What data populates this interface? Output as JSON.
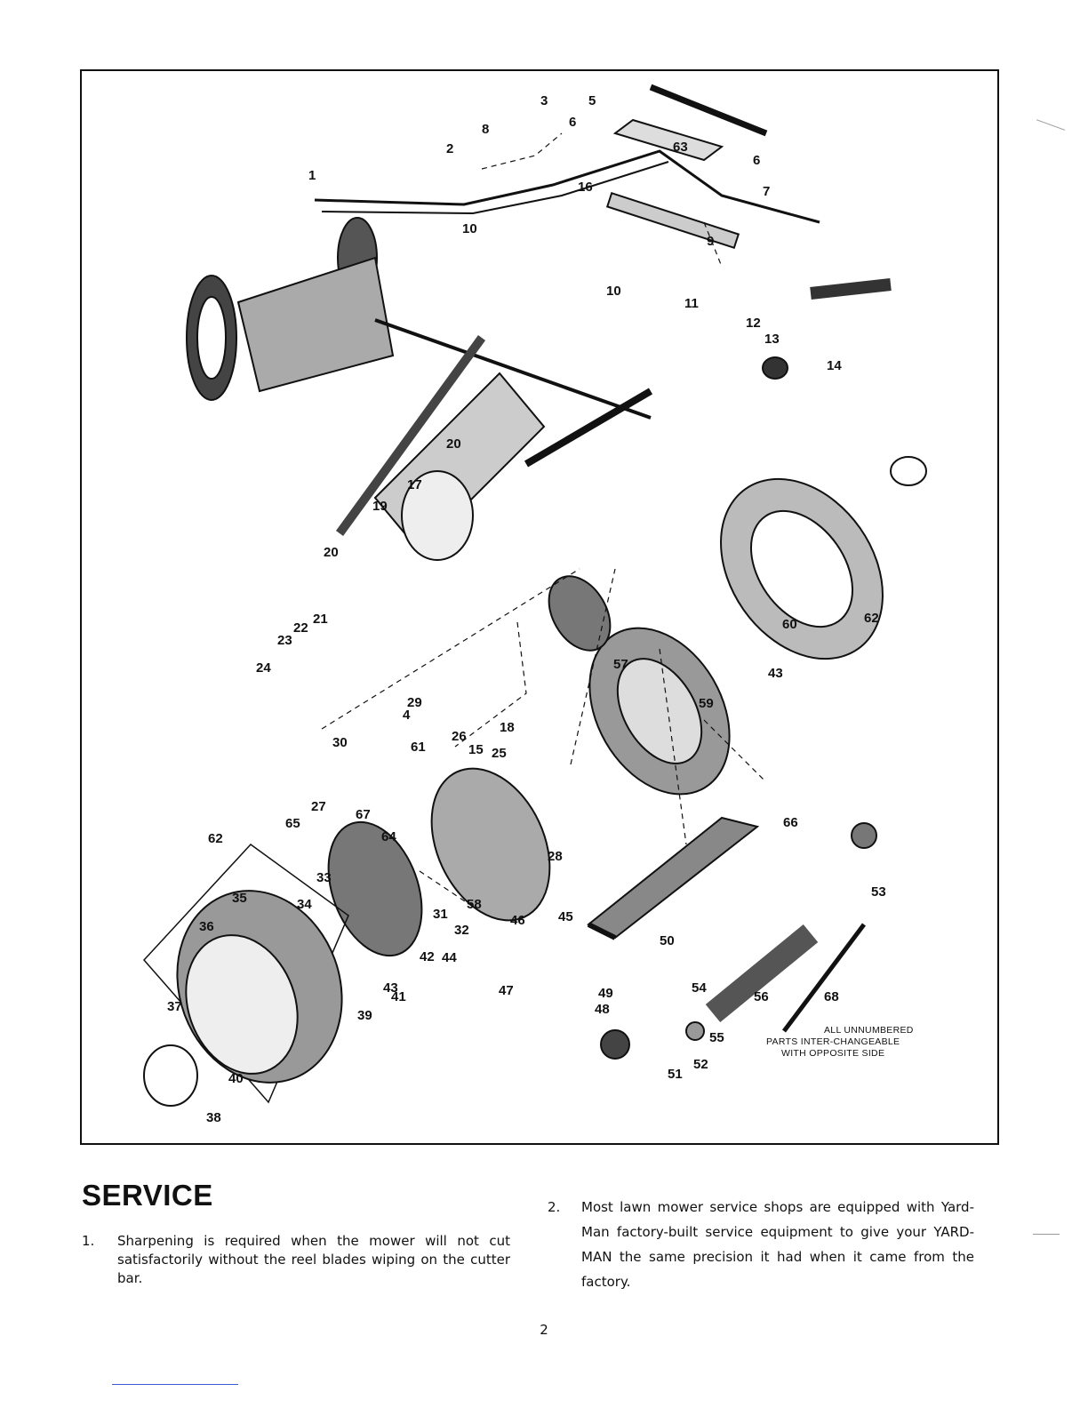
{
  "diagram": {
    "callouts": [
      "1",
      "2",
      "3",
      "8",
      "6",
      "5",
      "63",
      "6",
      "7",
      "16",
      "10",
      "9",
      "10",
      "11",
      "12",
      "13",
      "14",
      "20",
      "17",
      "19",
      "20",
      "62",
      "60",
      "43",
      "59",
      "21",
      "22",
      "23",
      "24",
      "29",
      "57",
      "30",
      "4",
      "61",
      "26",
      "15",
      "25",
      "18",
      "66",
      "27",
      "65",
      "67",
      "64",
      "62",
      "28",
      "35",
      "34",
      "33",
      "58",
      "31",
      "32",
      "36",
      "46",
      "45",
      "50",
      "53",
      "42",
      "44",
      "43",
      "41",
      "47",
      "49",
      "48",
      "54",
      "56",
      "68",
      "37",
      "39",
      "55",
      "52",
      "51",
      "40",
      "38"
    ],
    "note_lines": [
      "ALL UNNUMBERED",
      "PARTS INTER-CHANGEABLE",
      "WITH OPPOSITE SIDE"
    ]
  },
  "service": {
    "heading": "SERVICE",
    "item1_number": "1.",
    "item1_text": "Sharpening is required when the mower will not cut satisfactorily without the reel blades wiping on the cutter bar.",
    "item2_number": "2.",
    "item2_text": "Most lawn mower service shops are equipped with Yard-Man factory-built service equipment to give your YARD-MAN the same precision it had when it came from the factory."
  },
  "page_number": "2"
}
